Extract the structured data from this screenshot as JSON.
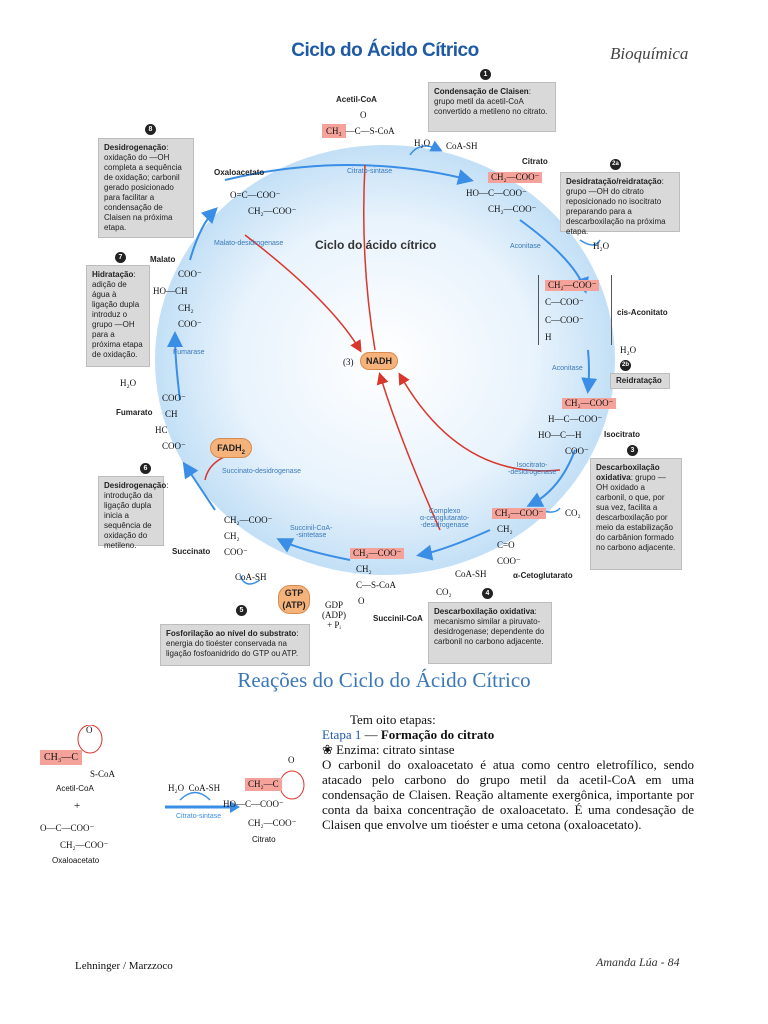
{
  "header": {
    "title": "Ciclo do Ácido Cítrico",
    "subject": "Bioquímica"
  },
  "diagram": {
    "center_label": "Ciclo do ácido cítrico",
    "nadh_label": "NADH",
    "nadh_count": "(3)",
    "fadh_label": "FADH",
    "fadh_sub": "2",
    "molecules": {
      "acetilcoa": {
        "name": "Acetil-CoA",
        "ch3": "CH₃",
        "rest": "—C—S-CoA",
        "o": "O"
      },
      "oxaloacetato": {
        "name": "Oxaloacetato",
        "l1": "O=C—COO⁻",
        "l2": "CH₂—COO⁻"
      },
      "citrato": {
        "name": "Citrato",
        "l1": "CH₂—COO⁻",
        "l2": "HO—C—COO⁻",
        "l3": "CH₂—COO⁻"
      },
      "cisaconitato": {
        "name": "cis-Aconitato",
        "l1": "CH₂—COO⁻",
        "l2": "C—COO⁻",
        "l3": "C—COO⁻",
        "l4": "H"
      },
      "isocitrato": {
        "name": "Isocitrato",
        "l1": "CH₂—COO⁻",
        "l2": "H—C—COO⁻",
        "l3": "HO—C—H",
        "l4": "COO⁻"
      },
      "cetoglutarato": {
        "name": "α-Cetoglutarato",
        "l1": "CH₂—COO⁻",
        "l2": "CH₂",
        "l3": "C=O",
        "l4": "COO⁻"
      },
      "succinilcoa": {
        "name": "Succinil-CoA",
        "l1": "CH₂—COO⁻",
        "l2": "CH₂",
        "l3": "C—S-CoA",
        "l4": "O"
      },
      "succinato": {
        "name": "Succinato",
        "l1": "CH₂—COO⁻",
        "l2": "CH₂",
        "l3": "COO⁻"
      },
      "fumarato": {
        "name": "Fumarato",
        "l1": "COO⁻",
        "l2": "CH",
        "l3": "HC",
        "l4": "COO⁻"
      },
      "malato": {
        "name": "Malato",
        "l1": "COO⁻",
        "l2": "HO—CH",
        "l3": "CH₂",
        "l4": "COO⁻"
      }
    },
    "enzymes": {
      "citrato_sintase": "Citrato-sintase",
      "aconitase1": "Aconitase",
      "aconitase2": "Aconitase",
      "isocitrato_desid": "Isocitrato-\n-desidrogenase",
      "complexo": "Complexo\nα-cetoglutarato-\n-desidrogenase",
      "succinil_sintetase": "Succinil-CoA-\n-sintetase",
      "succinato_desid": "Succinato-desidrogenase",
      "fumarase": "Fumarase",
      "malato_desid": "Malato-desidrogenase"
    },
    "cofactors": {
      "h2o_1": "H₂O",
      "coash_1": "CoA-SH",
      "h2o_2": "H₂O",
      "h2o_3": "H₂O",
      "co2_1": "CO₂",
      "coash_2": "CoA-SH",
      "co2_2": "CO₂",
      "coash_3": "CoA-SH",
      "gtp": "GTP\n(ATP)",
      "gdp": "GDP\n(ADP)\n+ Pᵢ",
      "h2o_4": "H₂O"
    },
    "boxes": {
      "b1": {
        "num": "1",
        "title": "Condensação de Claisen",
        "text": ": grupo metil da acetil-CoA convertido a metileno no citrato."
      },
      "b2a": {
        "num": "2a",
        "title": "Desidratação/reidratação",
        "text": ": grupo —OH do citrato reposicionado no isocitrato preparando para a descarboxilação na próxima etapa."
      },
      "b2b": {
        "num": "2b",
        "title": "Reidratação",
        "text": ""
      },
      "b3": {
        "num": "3",
        "title": "Descarboxilação oxidativa",
        "text": ": grupo —OH oxidado a carbonil, o que, por sua vez, facilita a descarboxilação por meio da estabilização do carbânion formado no carbono adjacente."
      },
      "b4": {
        "num": "4",
        "title": "Descarboxilação oxidativa",
        "text": ": mecanismo similar a piruvato-desidrogenase; dependente do carbonil no carbono adjacente."
      },
      "b5": {
        "num": "5",
        "title": "Fosforilação ao nível do substrato",
        "text": ": energia do tioéster conservada na ligação fosfoanidrido do GTP ou ATP."
      },
      "b6": {
        "num": "6",
        "title": "Desidrogenação",
        "text": ": introdução da ligação dupla inicia a sequência de oxidação do metileno."
      },
      "b7": {
        "num": "7",
        "title": "Hidratação",
        "text": ": adição de água à ligação dupla introduz o grupo —OH para a próxima etapa de oxidação."
      },
      "b8": {
        "num": "8",
        "title": "Desidrogenação",
        "text": ": oxidação do —OH completa a sequência de oxidação; carbonil gerado posicionado para facilitar a condensação de Claisen na próxima etapa."
      }
    }
  },
  "section": {
    "title": "Reações do Ciclo do Ácido Cítrico"
  },
  "reaction": {
    "acetil_name": "Acetil-CoA",
    "acetil_ch3": "CH₃—C",
    "acetil_o": "O",
    "acetil_s": "S-CoA",
    "plus": "+",
    "oxalo_l1": "O—C—COO⁻",
    "oxalo_l2": "CH₂—COO⁻",
    "oxalo_name": "Oxaloacetato",
    "cofactor": "H₂O  CoA-SH",
    "enzyme": "Citrato-sintase",
    "citrato_l1": "CH₂—C",
    "citrato_l2": "HO—C—COO⁻",
    "citrato_l3": "CH₂—COO⁻",
    "citrato_o": "O",
    "citrato_name": "Citrato"
  },
  "body": {
    "intro": "Tem oito etapas:",
    "step_label": "Etapa 1",
    "step_dash": " — ",
    "step_title": "Formação do citrato",
    "enzyme_line": "❀ Enzima: citrato sintase",
    "paragraph": "O carbonil do oxaloacetato é atua como centro eletrofílico, sendo atacado pelo carbono do grupo metil da acetil-CoA em uma condensação de Claisen. Reação altamente exergônica, importante por conta da baixa concentração de oxaloacetato. É uma condesação de Claisen que envolve um tioéster e uma cetona (oxaloacetato)."
  },
  "footer": {
    "left": "Lehninger / Marzzoco",
    "right": "Amanda Lúa - 84"
  },
  "colors": {
    "title_blue": "#1f5aa6",
    "highlight": "#f4a29a",
    "arrow_blue": "#3a8ee6",
    "arrow_red": "#d9362c",
    "box_gray": "#d9d9d9"
  }
}
